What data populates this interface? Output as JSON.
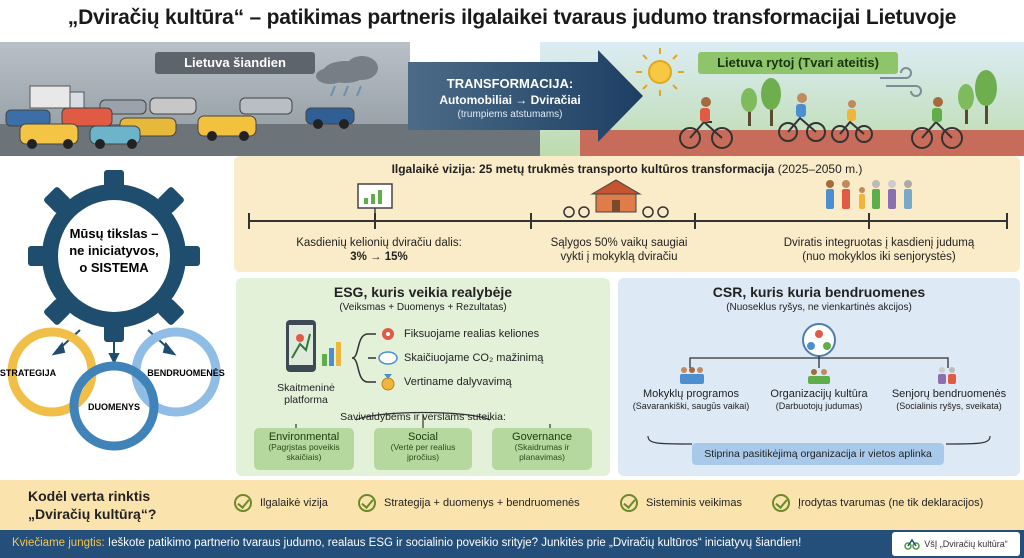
{
  "title": "„Dviračių kultūra“ – patikimas partneris ilgalaikei tvaraus judumo transformacijai Lietuvoje",
  "banner": {
    "today_label": "Lietuva šiandien",
    "tomorrow_label": "Lietuva rytoj (Tvari ateitis)",
    "transform_title": "TRANSFORMACIJA:",
    "transform_line": "Automobiliai → Dviračiai",
    "transform_note": "(trumpiems atstumams)"
  },
  "goal": {
    "line1": "Mūsų tikslas –",
    "line2": "ne iniciatyvos,",
    "line3": "o SISTEMA",
    "circles": [
      "STRATEGIJA",
      "DUOMENYS",
      "BENDRUOMENĖS"
    ],
    "colors": {
      "gear": "#1f4d6e",
      "strategija": "#f1bf47",
      "duomenys": "#3f83b8",
      "bendruomenes": "#8fbde6"
    }
  },
  "vision": {
    "title": "Ilgalaikė vizija: 25 metų trukmės transporto kultūros transformacija",
    "years": "(2025–2050 m.)",
    "milestones": [
      {
        "line1": "Kasdienių kelionių dviračiu dalis:",
        "line2": "3% → 15%"
      },
      {
        "line1": "Sąlygos 50% vaikų saugiai",
        "line2": "vykti į mokyklą dviračiu"
      },
      {
        "line1": "Dviratis integruotas į kasdienį judumą",
        "line2": "(nuo mokyklos iki senjorystės)"
      }
    ]
  },
  "esg": {
    "title": "ESG, kuris veikia realybėje",
    "subtitle": "(Veiksmas + Duomenys + Rezultatas)",
    "items": [
      "Fiksuojame realias keliones",
      "Skaičiuojame CO₂ mažinimą",
      "Vertiname dalyvavimą"
    ],
    "platform": "Skaitmeninė platforma",
    "caption": "Savivaldybėms ir verslams suteikia:",
    "boxes": [
      {
        "h": "Environmental",
        "s": "(Pagrįstas poveikis skaičiais)"
      },
      {
        "h": "Social",
        "s": "(Vertė per realius įpročius)"
      },
      {
        "h": "Governance",
        "s": "(Skaidrumas ir planavimas)"
      }
    ]
  },
  "csr": {
    "title": "CSR, kuris kuria bendruomenes",
    "subtitle": "(Nuoseklus ryšys, ne vienkartinės akcijos)",
    "cols": [
      {
        "h": "Mokyklų programos",
        "s": "(Savarankiški, saugūs vaikai)"
      },
      {
        "h": "Organizacijų kultūra",
        "s": "(Darbuotojų judumas)"
      },
      {
        "h": "Senjorų bendruomenės",
        "s": "(Socialinis ryšys, sveikata)"
      }
    ],
    "banner": "Stiprina pasitikėjimą organizacija ir vietos aplinka"
  },
  "why": {
    "title1": "Kodėl verta rinktis",
    "title2": "„Dviračių kultūrą“?",
    "items": [
      "Ilgalaikė vizija",
      "Strategija + duomenys + bendruomenės",
      "Sisteminis veikimas",
      "Įrodytas tvarumas (ne tik deklaracijos)"
    ]
  },
  "footer": {
    "highlight": "Kviečiame jungtis:",
    "text": " Ieškote patikimo partnerio tvaraus judumo, realaus ESG ir socialinio poveikio srityje? Junkitės prie „Dviračių kultūros“ iniciatyvų šiandien!",
    "logo": "VšĮ „Dviračių kultūra“"
  }
}
